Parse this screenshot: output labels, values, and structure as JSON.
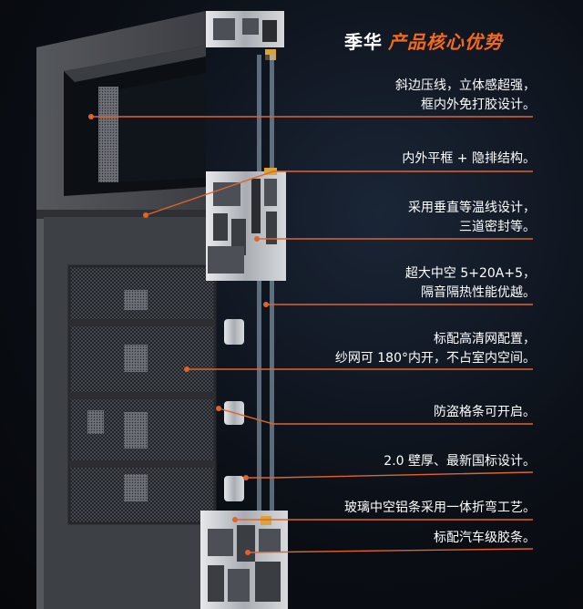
{
  "title": {
    "brand": "季华",
    "heading": "产品核心优势"
  },
  "features": [
    {
      "lines": [
        "斜边压线，立体感超强，",
        "框内外免打胶设计。"
      ]
    },
    {
      "lines": [
        "内外平框 + 隐排结构。"
      ]
    },
    {
      "lines": [
        "采用垂直等温线设计，",
        "三道密封等。"
      ]
    },
    {
      "lines": [
        "超大中空 5+20A+5，",
        "隔音隔热性能优越。"
      ]
    },
    {
      "lines": [
        "标配高清网配置，",
        "纱网可 180°内开，不占室内空间。"
      ]
    },
    {
      "lines": [
        "防盗格条可开启。"
      ]
    },
    {
      "lines": [
        "2.0 壁厚、最新国标设计。"
      ]
    },
    {
      "lines": [
        "玻璃中空铝条采用一体折弯工艺。"
      ]
    },
    {
      "lines": [
        "标配汽车级胶条。"
      ]
    }
  ],
  "colors": {
    "accent": "#f26a1b",
    "leader": "#e0642a",
    "frame": "#4a4d52",
    "frame_dark": "#2b2d31",
    "aluminum": "#c9ccd1"
  }
}
